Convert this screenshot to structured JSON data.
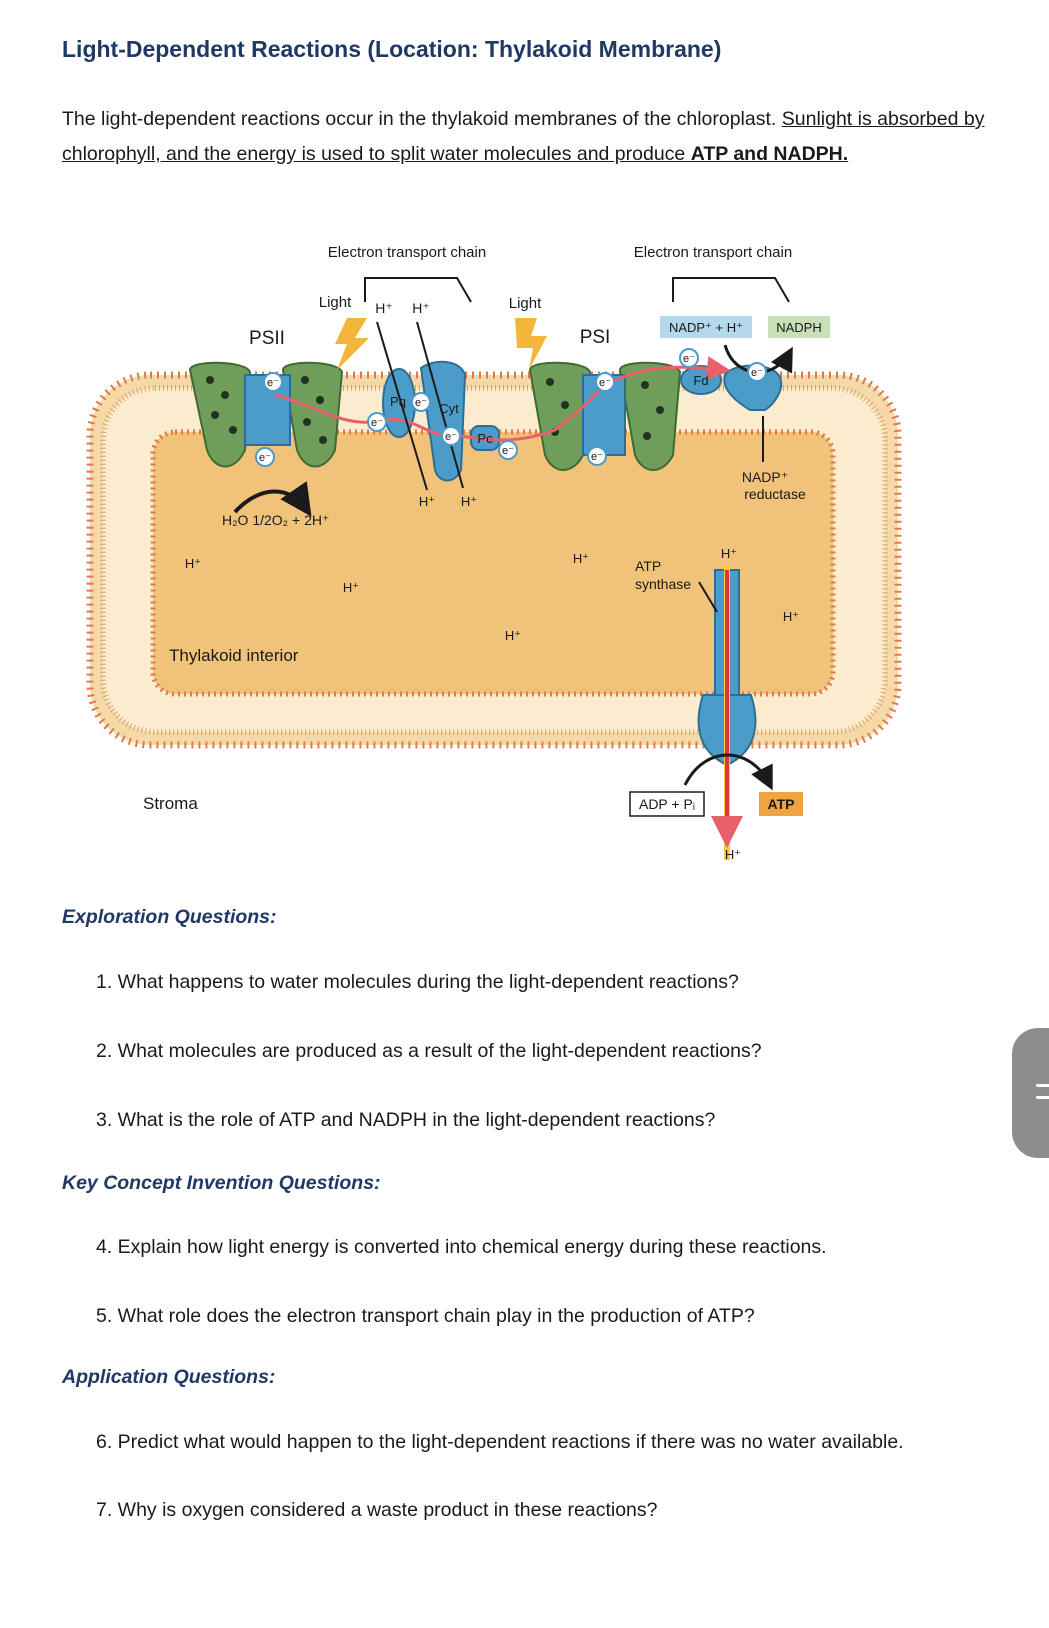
{
  "title": "Light-Dependent Reactions (Location: Thylakoid Membrane)",
  "intro": {
    "p1": "The light-dependent reactions occur in the thylakoid membranes of the chloroplast. ",
    "p2": "Sunlight is absorbed by chlorophyll, and the energy is used to split water molecules and produce ",
    "p3": "ATP and NADPH."
  },
  "diagram": {
    "etc_left": "Electron transport chain",
    "etc_right": "Electron transport chain",
    "light_left": "Light",
    "light_right": "Light",
    "psii": "PSII",
    "psi": "PSI",
    "pq": "Pq",
    "cyt": "Cyt",
    "pc": "Pc",
    "fd": "Fd",
    "electron": "e⁻",
    "h_plus": "H⁺",
    "nadp_in": "NADP⁺ + H⁺",
    "nadph": "NADPH",
    "nadp_reductase_1": "NADP⁺",
    "nadp_reductase_2": "reductase",
    "water_split": "H₂O  1/2O₂ + 2H⁺",
    "atp_synthase_1": "ATP",
    "atp_synthase_2": "synthase",
    "thylakoid_interior": "Thylakoid interior",
    "stroma": "Stroma",
    "adp": "ADP + Pᵢ",
    "atp": "ATP",
    "colors": {
      "lumen": "#f0c27a",
      "lipid_head": "#e07a4a",
      "psii_green": "#6f9e5a",
      "protein_blue": "#4c9cc9",
      "electron_path": "#e8606a",
      "light_bolt": "#f3b63b",
      "nadph_box": "#c8dfb8",
      "nadp_box": "#b4d8ec",
      "atp_box": "#f2a341"
    }
  },
  "sections": {
    "exploration": "Exploration Questions:",
    "key_concept": "Key Concept Invention Questions:",
    "application": "Application Questions:"
  },
  "questions": [
    "1. What happens to water molecules during the light-dependent reactions?",
    "2. What molecules are produced as a result of the light-dependent reactions?",
    "3. What is the role of ATP and NADPH in the light-dependent reactions?",
    "4. Explain how light energy is converted into chemical energy during these reactions.",
    "5. What role does the electron transport chain play in the production of ATP?",
    "6. Predict what would happen to the light-dependent reactions if there was no water available.",
    "7. Why is oxygen considered a waste product in these reactions?"
  ]
}
